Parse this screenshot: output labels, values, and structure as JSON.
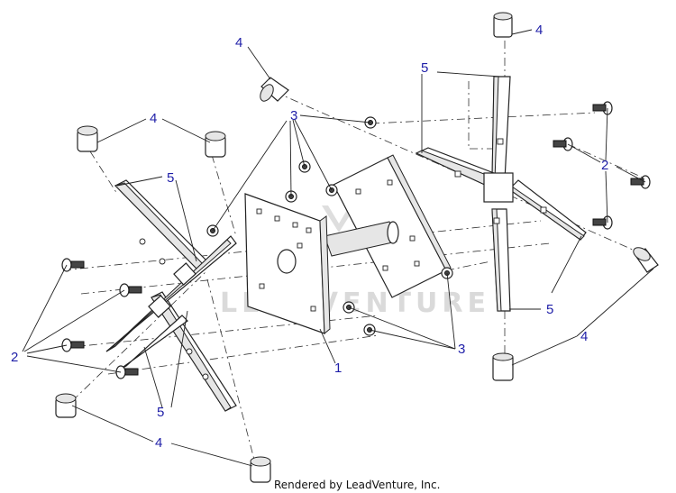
{
  "diagram": {
    "watermark": "LEADVENTURE",
    "footer": "Rendered by LeadVenture, Inc.",
    "callouts": {
      "c1": "1",
      "c2a": "2",
      "c2b": "2",
      "c3a": "3",
      "c3b": "3",
      "c4a": "4",
      "c4b": "4",
      "c4c": "4",
      "c4d": "4",
      "c4e": "4",
      "c5a": "5",
      "c5b": "5",
      "c5c": "5",
      "c5d": "5"
    }
  }
}
